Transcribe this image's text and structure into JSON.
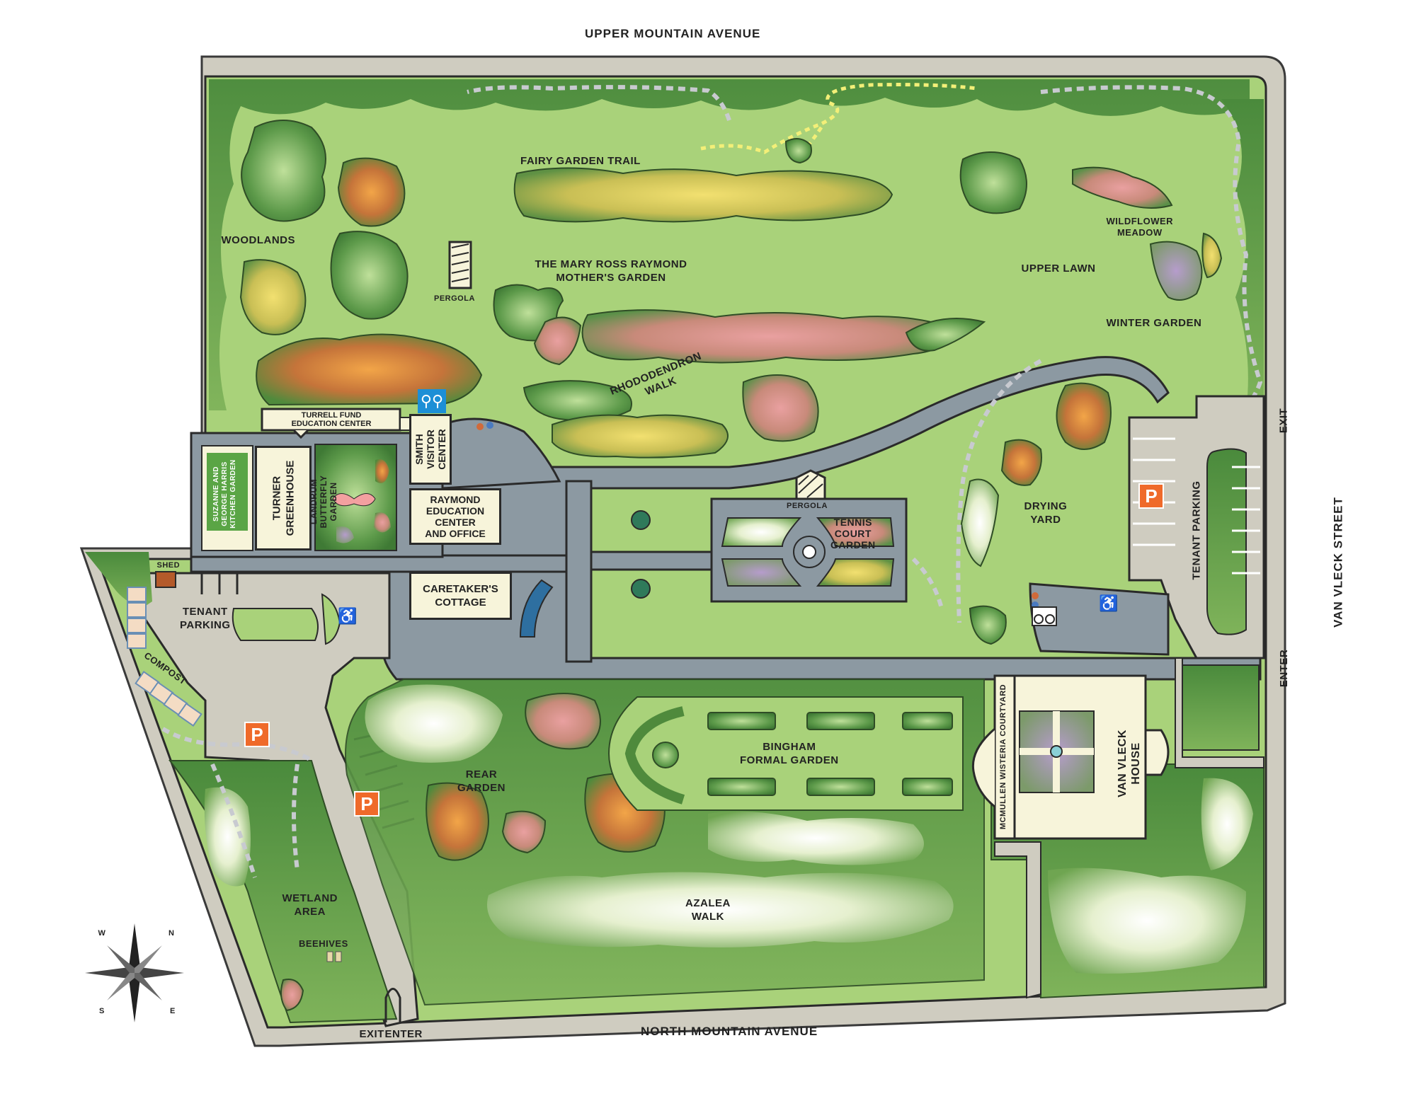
{
  "streets": {
    "north_top": "UPPER MOUNTAIN AVENUE",
    "south_bottom": "NORTH MOUNTAIN AVENUE",
    "east_right": "VAN VLECK STREET"
  },
  "gates": {
    "exit_east": "EXIT",
    "enter_east": "ENTER",
    "exit_south": "EXIT",
    "enter_south": "ENTER"
  },
  "areas": {
    "woodlands": "WOODLANDS",
    "fairy_garden_trail": "FAIRY GARDEN TRAIL",
    "mothers_garden_l1": "THE MARY ROSS RAYMOND",
    "mothers_garden_l2": "MOTHER'S GARDEN",
    "pergola_north": "PERGOLA",
    "wildflower_meadow_l1": "WILDFLOWER",
    "wildflower_meadow_l2": "MEADOW",
    "upper_lawn": "UPPER LAWN",
    "winter_garden": "WINTER GARDEN",
    "rhododendron_l1": "RHODODENDRON",
    "rhododendron_l2": "WALK",
    "pergola_tennis": "PERGOLA",
    "tennis_l1": "TENNIS",
    "tennis_l2": "COURT",
    "tennis_l3": "GARDEN",
    "drying_yard_l1": "DRYING",
    "drying_yard_l2": "YARD",
    "tenant_parking_east": "TENANT PARKING",
    "tenant_parking_west_l1": "TENANT",
    "tenant_parking_west_l2": "PARKING",
    "shed": "SHED",
    "compost": "COMPOST",
    "rear_garden_l1": "REAR",
    "rear_garden_l2": "GARDEN",
    "bingham_l1": "BINGHAM",
    "bingham_l2": "FORMAL GARDEN",
    "azalea_l1": "AZALEA",
    "azalea_l2": "WALK",
    "wetland_l1": "WETLAND",
    "wetland_l2": "AREA",
    "beehives": "BEEHIVES",
    "wisteria_courtyard": "MCMULLEN WISTERIA COURTYARD"
  },
  "buildings": {
    "turrell_l1": "TURRELL FUND",
    "turrell_l2": "EDUCATION CENTER",
    "kitchen_l1": "SUZANNE AND",
    "kitchen_l2": "GEORGE HARRIS",
    "kitchen_l3": "KITCHEN GARDEN",
    "greenhouse_l1": "TURNER",
    "greenhouse_l2": "GREENHOUSE",
    "butterfly_l1": "LANDRUM",
    "butterfly_l2": "BUTTERFLY",
    "butterfly_l3": "GARDEN",
    "visitor_l1": "SMITH",
    "visitor_l2": "VISITOR",
    "visitor_l3": "CENTER",
    "raymond_l1": "RAYMOND",
    "raymond_l2": "EDUCATION",
    "raymond_l3": "CENTER",
    "raymond_l4": "AND OFFICE",
    "caretaker_l1": "CARETAKER'S",
    "caretaker_l2": "COTTAGE",
    "van_vleck_l1": "VAN VLECK",
    "van_vleck_l2": "HOUSE"
  },
  "parking_symbol": "P",
  "compass": {
    "n": "N",
    "e": "E",
    "s": "S",
    "w": "W"
  },
  "colors": {
    "lawn": "#a9d27a",
    "path": "#8c99a2",
    "road": "#cfccc0",
    "parking": "#ef6a2a",
    "restroom": "#1c8fd6",
    "building": "#f7f4da",
    "kitchen_garden": "#5aa545"
  }
}
